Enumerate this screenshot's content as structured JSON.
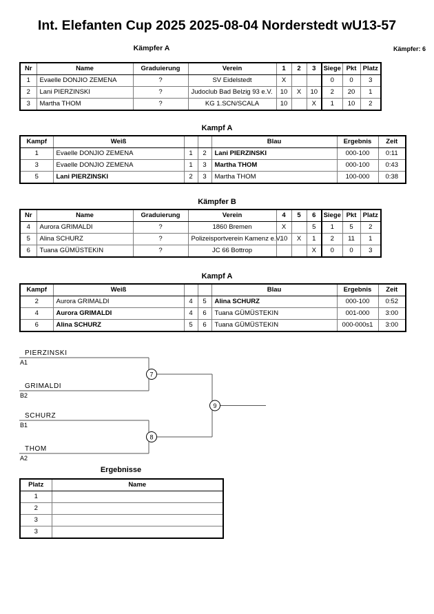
{
  "header": {
    "title": "Int. Elefanten Cup 2025  2025-08-04  Norderstedt   wU13-57",
    "pool_caption": "Kämpfer A",
    "fighter_count": "Kämpfer: 6"
  },
  "pools": [
    {
      "caption": "Kämpfer A",
      "columns": [
        "Nr",
        "Name",
        "Graduierung",
        "Verein",
        "1",
        "2",
        "3",
        "Siege",
        "Pkt",
        "Platz"
      ],
      "rows": [
        {
          "nr": "1",
          "name": "Evaelle DONJIO ZEMENA",
          "grad": "?",
          "verein": "SV Eidelstedt",
          "verein_overflow": false,
          "m1": "X",
          "m2": "",
          "m3": "",
          "siege": "0",
          "pkt": "0",
          "platz": "3"
        },
        {
          "nr": "2",
          "name": "Lani PIERZINSKI",
          "grad": "?",
          "verein": "Judoclub Bad Belzig 93 e.V.",
          "verein_overflow": true,
          "m1": "10",
          "m2": "X",
          "m3": "10",
          "siege": "2",
          "pkt": "20",
          "platz": "1"
        },
        {
          "nr": "3",
          "name": "Martha THOM",
          "grad": "?",
          "verein": "KG 1.SCN/SCALA",
          "verein_overflow": false,
          "m1": "10",
          "m2": "",
          "m3": "X",
          "siege": "1",
          "pkt": "10",
          "platz": "2"
        }
      ]
    },
    {
      "caption": "Kämpfer B",
      "columns": [
        "Nr",
        "Name",
        "Graduierung",
        "Verein",
        "4",
        "5",
        "6",
        "Siege",
        "Pkt",
        "Platz"
      ],
      "rows": [
        {
          "nr": "4",
          "name": "Aurora GRIMALDI",
          "grad": "?",
          "verein": "1860 Bremen",
          "verein_overflow": false,
          "m1": "X",
          "m2": "",
          "m3": "5",
          "siege": "1",
          "pkt": "5",
          "platz": "2"
        },
        {
          "nr": "5",
          "name": "Alina SCHURZ",
          "grad": "?",
          "verein": "Polizeisportverein Kamenz e.V.",
          "verein_overflow": true,
          "m1": "10",
          "m2": "X",
          "m3": "1",
          "siege": "2",
          "pkt": "11",
          "platz": "1"
        },
        {
          "nr": "6",
          "name": "Tuana GÜMÜSTEKIN",
          "grad": "?",
          "verein": "JC 66 Bottrop",
          "verein_overflow": false,
          "m1": "",
          "m2": "",
          "m3": "X",
          "siege": "0",
          "pkt": "0",
          "platz": "3"
        }
      ]
    }
  ],
  "matches": [
    {
      "title": "Kampf A",
      "columns": [
        "Kampf",
        "Weiß",
        "",
        "",
        "Blau",
        "Ergebnis",
        "Zeit"
      ],
      "rows": [
        {
          "kampf": "1",
          "weiss": "Evaelle DONJIO ZEMENA",
          "weiss_bold": false,
          "wnr": "1",
          "bnr": "2",
          "blau": "Lani PIERZINSKI",
          "blau_bold": true,
          "ergebnis": "000-100",
          "zeit": "0:11"
        },
        {
          "kampf": "3",
          "weiss": "Evaelle DONJIO ZEMENA",
          "weiss_bold": false,
          "wnr": "1",
          "bnr": "3",
          "blau": "Martha THOM",
          "blau_bold": true,
          "ergebnis": "000-100",
          "zeit": "0:43"
        },
        {
          "kampf": "5",
          "weiss": "Lani PIERZINSKI",
          "weiss_bold": true,
          "wnr": "2",
          "bnr": "3",
          "blau": "Martha THOM",
          "blau_bold": false,
          "ergebnis": "100-000",
          "zeit": "0:38"
        }
      ]
    },
    {
      "title": "Kampf A",
      "columns": [
        "Kampf",
        "Weiß",
        "",
        "",
        "Blau",
        "Ergebnis",
        "Zeit"
      ],
      "rows": [
        {
          "kampf": "2",
          "weiss": "Aurora GRIMALDI",
          "weiss_bold": false,
          "wnr": "4",
          "bnr": "5",
          "blau": "Alina SCHURZ",
          "blau_bold": true,
          "ergebnis": "000-100",
          "zeit": "0:52"
        },
        {
          "kampf": "4",
          "weiss": "Aurora GRIMALDI",
          "weiss_bold": true,
          "wnr": "4",
          "bnr": "6",
          "blau": "Tuana GÜMÜSTEKIN",
          "blau_bold": false,
          "ergebnis": "001-000",
          "zeit": "3:00"
        },
        {
          "kampf": "6",
          "weiss": "Alina SCHURZ",
          "weiss_bold": true,
          "wnr": "5",
          "bnr": "6",
          "blau": "Tuana GÜMÜSTEKIN",
          "blau_bold": false,
          "ergebnis": "000-000s1",
          "zeit": "3:00"
        }
      ]
    }
  ],
  "bracket": {
    "entries": [
      {
        "name": "PIERZINSKI",
        "seed": "A1"
      },
      {
        "name": "GRIMALDI",
        "seed": "B2"
      },
      {
        "name": "SCHURZ",
        "seed": "B1"
      },
      {
        "name": "THOM",
        "seed": "A2"
      }
    ],
    "nodes": [
      "7",
      "8",
      "9"
    ]
  },
  "results": {
    "title": "Ergebnisse",
    "columns": [
      "Platz",
      "Name"
    ],
    "rows": [
      {
        "platz": "1",
        "name": ""
      },
      {
        "platz": "2",
        "name": ""
      },
      {
        "platz": "3",
        "name": ""
      },
      {
        "platz": "3",
        "name": ""
      }
    ]
  }
}
